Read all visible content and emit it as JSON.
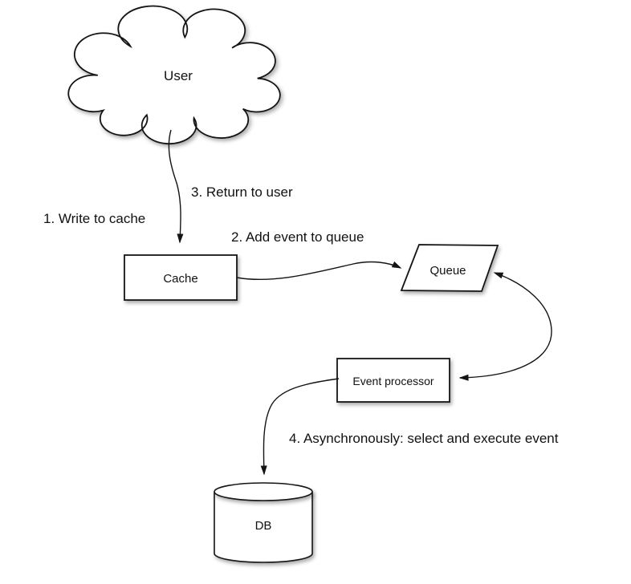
{
  "diagram": {
    "nodes": {
      "user": {
        "label": "User",
        "shape": "cloud"
      },
      "cache": {
        "label": "Cache",
        "shape": "rectangle"
      },
      "queue": {
        "label": "Queue",
        "shape": "parallelogram"
      },
      "event_processor": {
        "label": "Event processor",
        "shape": "rectangle"
      },
      "db": {
        "label": "DB",
        "shape": "cylinder"
      }
    },
    "steps": [
      {
        "text": "1. Write to cache",
        "edge": "user-to-cache"
      },
      {
        "text": "2. Add event to queue",
        "edge": "cache-to-queue"
      },
      {
        "text": "3. Return to user",
        "edge": "user-to-cache"
      },
      {
        "text": "4. Asynchronously: select and execute event",
        "edge": "event-processor-to-db"
      }
    ],
    "edges": [
      {
        "from": "user",
        "to": "cache",
        "direction": "one-way"
      },
      {
        "from": "cache",
        "to": "queue",
        "direction": "one-way"
      },
      {
        "from": "queue",
        "to": "event_processor",
        "direction": "two-way"
      },
      {
        "from": "event_processor",
        "to": "db",
        "direction": "one-way"
      }
    ],
    "colors": {
      "background": "#ffffff",
      "shape_fill": "#ffffff",
      "stroke": "#141414",
      "text": "#111111"
    }
  }
}
